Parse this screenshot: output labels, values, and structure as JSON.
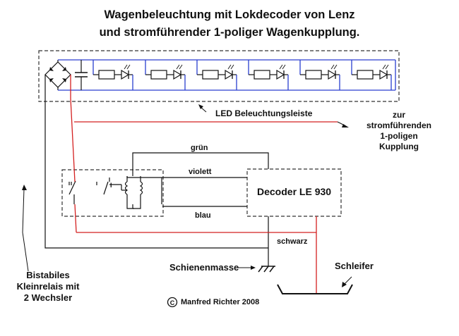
{
  "title": {
    "line1": "Wagenbeleuchtung mit Lokdecoder von Lenz",
    "line2": "und stromführender 1-poliger Wagenkupplung."
  },
  "labels": {
    "led_strip": "LED Beleuchtungsleiste",
    "coupling": [
      "zur",
      "stromführenden",
      "1-poligen",
      "Kupplung"
    ],
    "wire_green": "grün",
    "wire_violet": "violett",
    "wire_blue": "blau",
    "wire_black": "schwarz",
    "decoder": "Decoder LE 930",
    "relay": [
      "Bistabiles",
      "Kleinrelais mit",
      "2 Wechsler"
    ],
    "ground": "Schienenmasse",
    "pickup": "Schleifer",
    "copyright": "Manfred Richter 2008",
    "copyright_symbol": "C",
    "contact_mark": "I"
  },
  "colors": {
    "red_wire": "#d42020",
    "blue_wire": "#2a3fd0",
    "black_wire": "#111111",
    "dashed_box": "#333333"
  }
}
